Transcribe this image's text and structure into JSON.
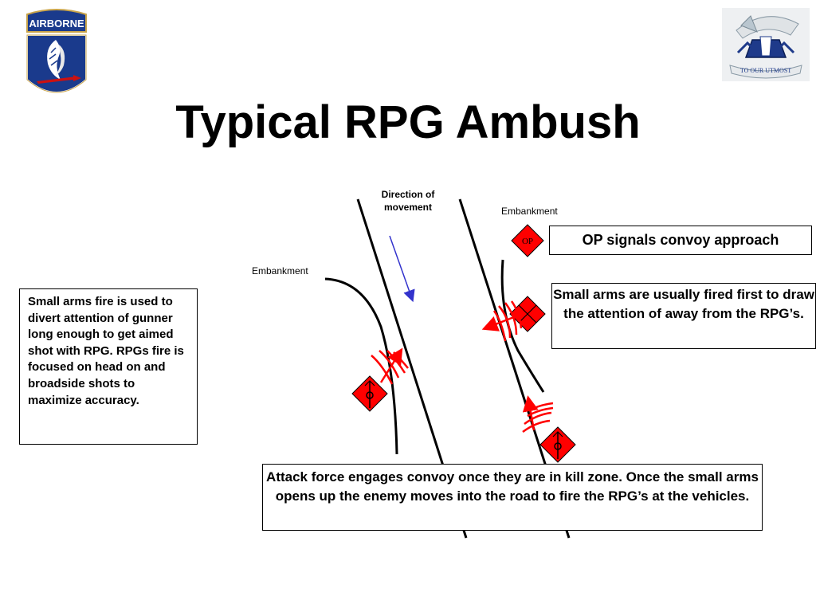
{
  "slide": {
    "title": "Typical RPG Ambush"
  },
  "logos": {
    "left": {
      "icon": "airborne-patch-icon",
      "text": "AIRBORNE"
    },
    "right": {
      "icon": "unit-crest-icon",
      "text": "TO OUR UTMOST"
    }
  },
  "labels": {
    "direction": "Direction of movement",
    "embankment_right": "Embankment",
    "embankment_left": "Embankment"
  },
  "symbols": {
    "op": "OP"
  },
  "notes": {
    "left": "Small arms fire is used to divert attention of gunner long enough to get aimed shot with RPG. RPGs fire is focused on head on and broadside shots to maximize accuracy.",
    "op": "OP signals convoy approach",
    "small_arms": "Small arms are usually fired first to draw the attention of away from the RPG’s.",
    "attack": "Attack force engages convoy once they are in kill zone. Once the small arms opens up the enemy moves into the road to fire the RPG’s at the vehicles."
  },
  "colors": {
    "enemy": "#ff0000",
    "arrow": "#3333cc",
    "road": "#000000",
    "patch_blue": "#1a3a8c",
    "patch_red": "#cc1111"
  }
}
